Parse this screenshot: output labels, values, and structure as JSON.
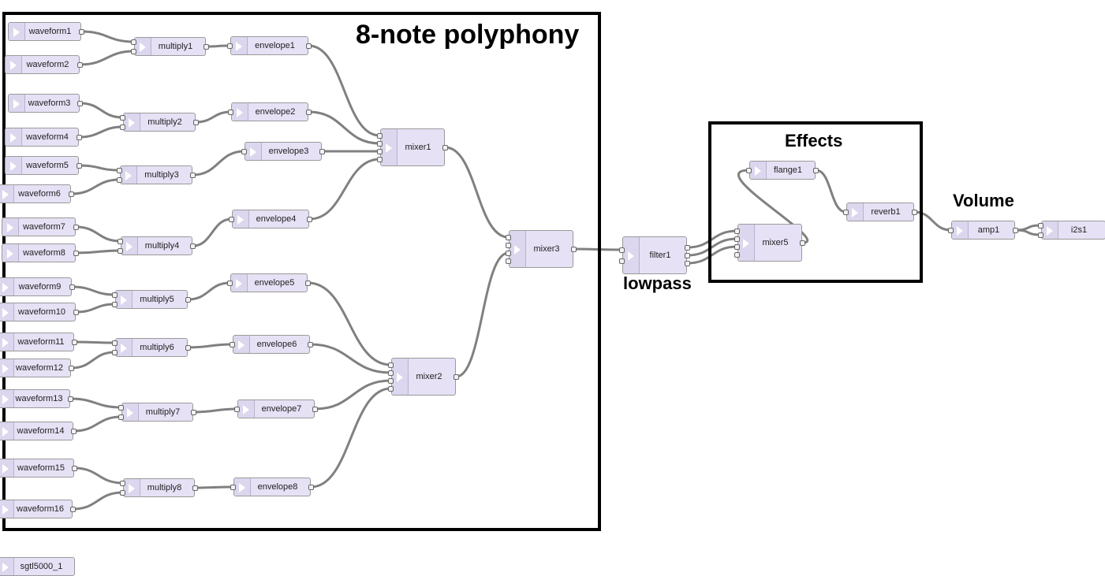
{
  "labels": {
    "polyphony": "8-note polyphony",
    "effects": "Effects",
    "volume": "Volume",
    "lowpass": "lowpass"
  },
  "nodes": {
    "waveform1": "waveform1",
    "waveform2": "waveform2",
    "waveform3": "waveform3",
    "waveform4": "waveform4",
    "waveform5": "waveform5",
    "waveform6": "waveform6",
    "waveform7": "waveform7",
    "waveform8": "waveform8",
    "waveform9": "waveform9",
    "waveform10": "waveform10",
    "waveform11": "waveform11",
    "waveform12": "waveform12",
    "waveform13": "waveform13",
    "waveform14": "waveform14",
    "waveform15": "waveform15",
    "waveform16": "waveform16",
    "multiply1": "multiply1",
    "multiply2": "multiply2",
    "multiply3": "multiply3",
    "multiply4": "multiply4",
    "multiply5": "multiply5",
    "multiply6": "multiply6",
    "multiply7": "multiply7",
    "multiply8": "multiply8",
    "envelope1": "envelope1",
    "envelope2": "envelope2",
    "envelope3": "envelope3",
    "envelope4": "envelope4",
    "envelope5": "envelope5",
    "envelope6": "envelope6",
    "envelope7": "envelope7",
    "envelope8": "envelope8",
    "mixer1": "mixer1",
    "mixer2": "mixer2",
    "mixer3": "mixer3",
    "filter1": "filter1",
    "mixer5": "mixer5",
    "flange1": "flange1",
    "reverb1": "reverb1",
    "amp1": "amp1",
    "i2s1": "i2s1",
    "sgtl5000_1": "sgtl5000_1"
  },
  "colors": {
    "node_fill": "#e6e1f5",
    "node_border": "#9a9a9a",
    "wire": "#808080",
    "frame": "#000000"
  },
  "icons": {
    "node_input_arrow": "play-arrow-icon"
  }
}
